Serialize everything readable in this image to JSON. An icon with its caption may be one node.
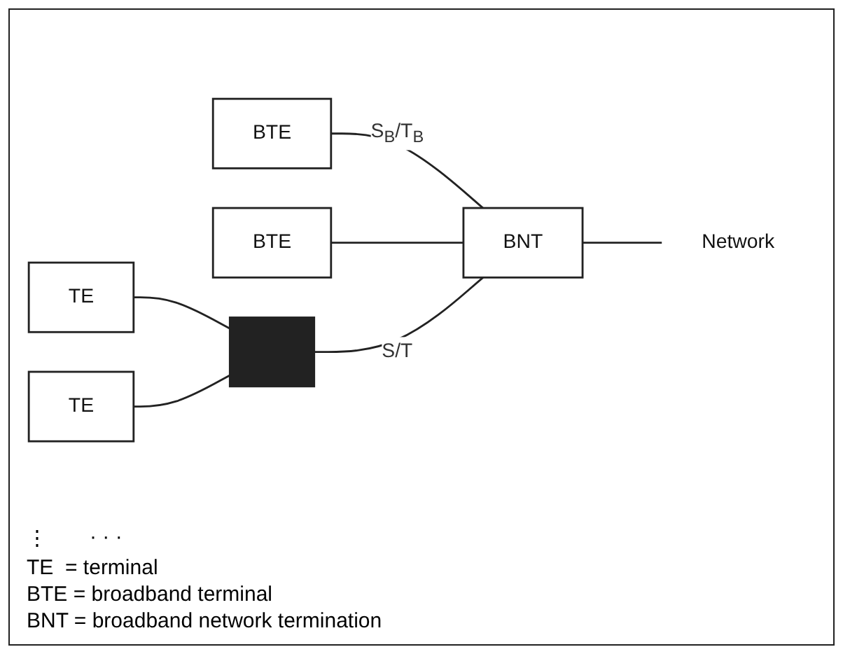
{
  "diagram": {
    "nodes": [
      {
        "text": [
          "BTE"
        ]
      },
      {
        "text": [
          "BTE"
        ]
      },
      {
        "text": [
          "BNT"
        ]
      },
      {
        "text": [
          "Network"
        ]
      },
      {
        "text": [],
        "shape": "bar"
      },
      {
        "text": [
          "TE"
        ]
      },
      {
        "text": [
          "TE"
        ]
      }
    ],
    "edges": [
      {
        "from": 0,
        "to": 2,
        "arrow": "none",
        "label": "S$_{B}$/T$_{B}$"
      },
      {
        "from": 1,
        "to": 2,
        "arrow": "none"
      },
      {
        "from": 2,
        "to": 3,
        "arrow": "none"
      },
      {
        "from": 5,
        "to": 4,
        "arrow": "none"
      },
      {
        "from": 6,
        "to": 4,
        "arrow": "none"
      },
      {
        "from": 4,
        "to": 2,
        "arrow": "none",
        "label": "S/T"
      }
    ],
    "labels": [
      "⋮",
      "· · ·",
      "TE  = terminal",
      "BTE = broadband terminal",
      "BNT = broadband network termination"
    ]
  }
}
